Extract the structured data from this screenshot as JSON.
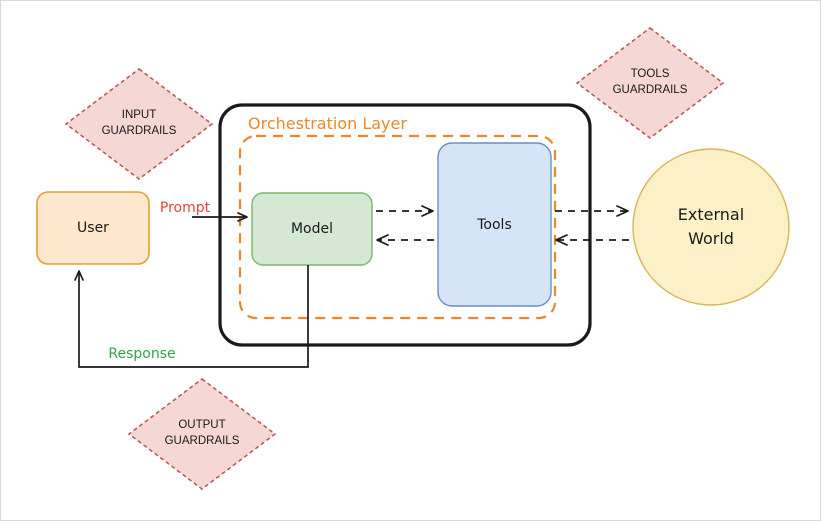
{
  "diagram": {
    "title_label": "Orchestration Layer",
    "nodes": {
      "user": {
        "label": "User",
        "fill": "#fde8cd",
        "stroke": "#e0a030"
      },
      "model": {
        "label": "Model",
        "fill": "#d5e8d4",
        "stroke": "#82b366"
      },
      "tools": {
        "label": "Tools",
        "fill": "#d5e4f7",
        "stroke": "#6c8ebf"
      },
      "external_world": {
        "label": "External\nWorld",
        "fill": "#fdf0c6",
        "stroke": "#d6b656"
      }
    },
    "guardrails": [
      {
        "id": "input",
        "label": "INPUT\nGUARDRAILS",
        "fill": "#f5d7d3",
        "stroke": "#b85450"
      },
      {
        "id": "tools",
        "label": "TOOLS\nGUARDRAILS",
        "fill": "#f5d7d3",
        "stroke": "#b85450"
      },
      {
        "id": "output",
        "label": "OUTPUT\nGUARDRAILS",
        "fill": "#f5d7d3",
        "stroke": "#b85450"
      }
    ],
    "edges": [
      {
        "id": "prompt",
        "label": "Prompt",
        "color": "#e8413c",
        "from": "user",
        "to": "model",
        "style": "solid"
      },
      {
        "id": "response",
        "label": "Response",
        "color": "#2da44e",
        "from": "model",
        "to": "user",
        "style": "solid"
      },
      {
        "id": "model-to-tools",
        "label": "",
        "color": "#1a1a1a",
        "from": "model",
        "to": "tools",
        "style": "dashed"
      },
      {
        "id": "tools-to-model",
        "label": "",
        "color": "#1a1a1a",
        "from": "tools",
        "to": "model",
        "style": "dashed"
      },
      {
        "id": "tools-to-external",
        "label": "",
        "color": "#1a1a1a",
        "from": "tools",
        "to": "external_world",
        "style": "dashed"
      },
      {
        "id": "external-to-tools",
        "label": "",
        "color": "#1a1a1a",
        "from": "external_world",
        "to": "tools",
        "style": "dashed"
      }
    ],
    "containers": {
      "agent_boundary": {
        "stroke": "#1a1a1a",
        "style": "solid"
      },
      "orchestration_layer": {
        "stroke": "#e8882a",
        "style": "dashed"
      }
    }
  }
}
